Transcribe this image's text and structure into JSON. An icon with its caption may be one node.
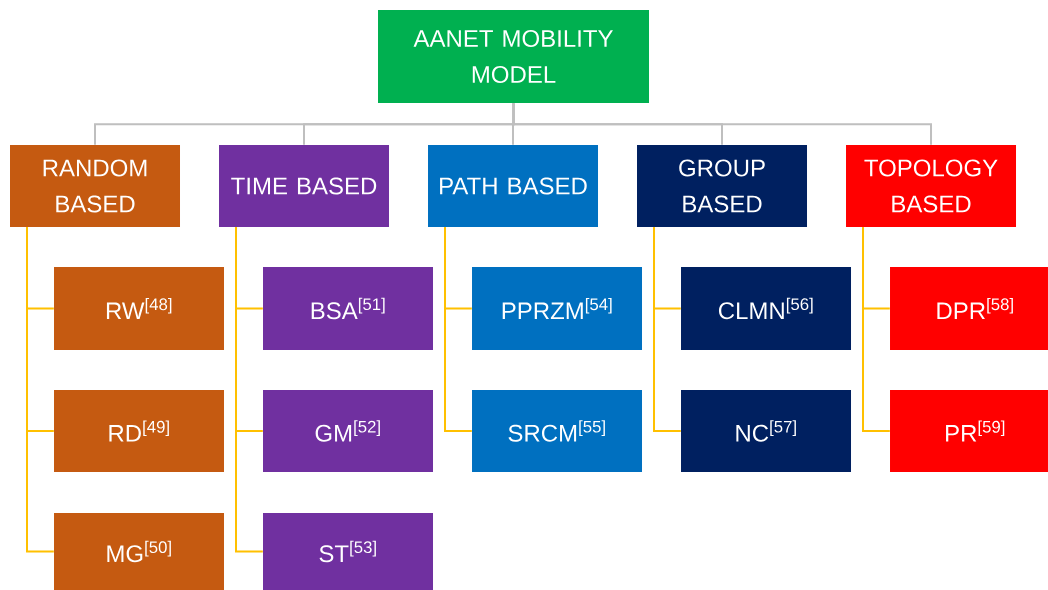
{
  "diagram": {
    "nodes": [
      {
        "text": [
          "AANET MOBILITY MODEL"
        ]
      },
      {
        "text": [
          "RANDOM BASED"
        ]
      },
      {
        "text": [
          "TIME BASED"
        ]
      },
      {
        "text": [
          "PATH BASED"
        ]
      },
      {
        "text": [
          "GROUP BASED"
        ]
      },
      {
        "text": [
          "TOPOLOGY BASED"
        ]
      },
      {
        "text": [
          "RW$^{[48]}$"
        ]
      },
      {
        "text": [
          "RD$^{[49]}$"
        ]
      },
      {
        "text": [
          "MG$^{[50]}$"
        ]
      },
      {
        "text": [
          "BSA$^{[51]}$"
        ]
      },
      {
        "text": [
          "GM$^{[52]}$"
        ]
      },
      {
        "text": [
          "ST$^{[53]}$"
        ]
      },
      {
        "text": [
          "PPRZM$^{[54]}$"
        ]
      },
      {
        "text": [
          "SRCM$^{[55]}$"
        ]
      },
      {
        "text": [
          "CLMN$^{[56]}$"
        ]
      },
      {
        "text": [
          "NC$^{[57]}$"
        ]
      },
      {
        "text": [
          "DPR$^{[58]}$"
        ]
      },
      {
        "text": [
          "PR$^{[59]}$"
        ]
      }
    ],
    "edges": [
      {
        "from": 0,
        "to": 1,
        "arrow": "none",
        "color": "#bfbfbf"
      },
      {
        "from": 0,
        "to": 2,
        "arrow": "none",
        "color": "#bfbfbf"
      },
      {
        "from": 0,
        "to": 3,
        "arrow": "none",
        "color": "#bfbfbf"
      },
      {
        "from": 0,
        "to": 4,
        "arrow": "none",
        "color": "#bfbfbf"
      },
      {
        "from": 0,
        "to": 5,
        "arrow": "none",
        "color": "#bfbfbf"
      },
      {
        "from": 1,
        "to": 6,
        "arrow": "none"
      },
      {
        "from": 1,
        "to": 7,
        "arrow": "none"
      },
      {
        "from": 1,
        "to": 8,
        "arrow": "none"
      },
      {
        "from": 2,
        "to": 9,
        "arrow": "none"
      },
      {
        "from": 2,
        "to": 10,
        "arrow": "none"
      },
      {
        "from": 2,
        "to": 11,
        "arrow": "none"
      },
      {
        "from": 3,
        "to": 12,
        "arrow": "none"
      },
      {
        "from": 3,
        "to": 13,
        "arrow": "none"
      },
      {
        "from": 4,
        "to": 14,
        "arrow": "none"
      },
      {
        "from": 4,
        "to": 15,
        "arrow": "none"
      },
      {
        "from": 5,
        "to": 16,
        "arrow": "none"
      },
      {
        "from": 5,
        "to": 17,
        "arrow": "none"
      }
    ]
  }
}
